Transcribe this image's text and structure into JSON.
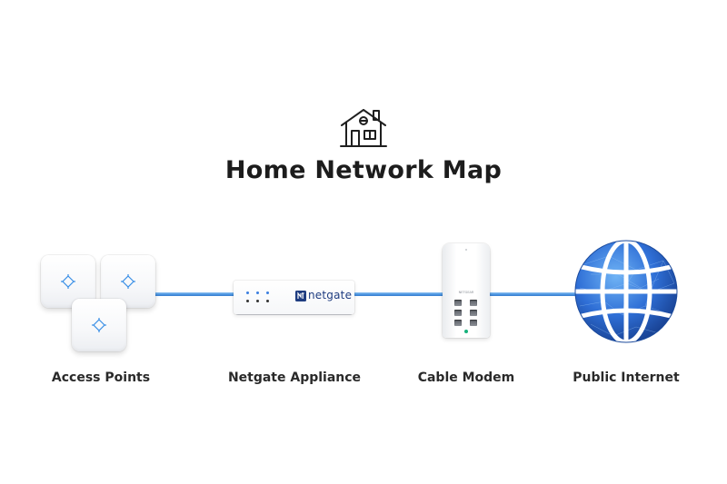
{
  "title": "Home Network Map",
  "header_icon": "house-icon",
  "nodes": [
    {
      "id": "access-points",
      "label": "Access Points",
      "icon": "access-point-icon"
    },
    {
      "id": "netgate-appliance",
      "label": "Netgate Appliance",
      "icon": "router-icon",
      "brand": "netgate"
    },
    {
      "id": "cable-modem",
      "label": "Cable Modem",
      "icon": "modem-icon",
      "brand": "NETGEAR"
    },
    {
      "id": "public-internet",
      "label": "Public Internet",
      "icon": "globe-icon"
    }
  ],
  "links": [
    {
      "from": "access-points",
      "to": "netgate-appliance"
    },
    {
      "from": "netgate-appliance",
      "to": "cable-modem"
    },
    {
      "from": "cable-modem",
      "to": "public-internet"
    }
  ],
  "colors": {
    "link": "#4a94e0",
    "title": "#1c1c1c",
    "brand": "#1e3c80",
    "globe": "#2f6fd6",
    "status_led": "#17b27c",
    "ap_glyph": "#3a8fe6"
  }
}
